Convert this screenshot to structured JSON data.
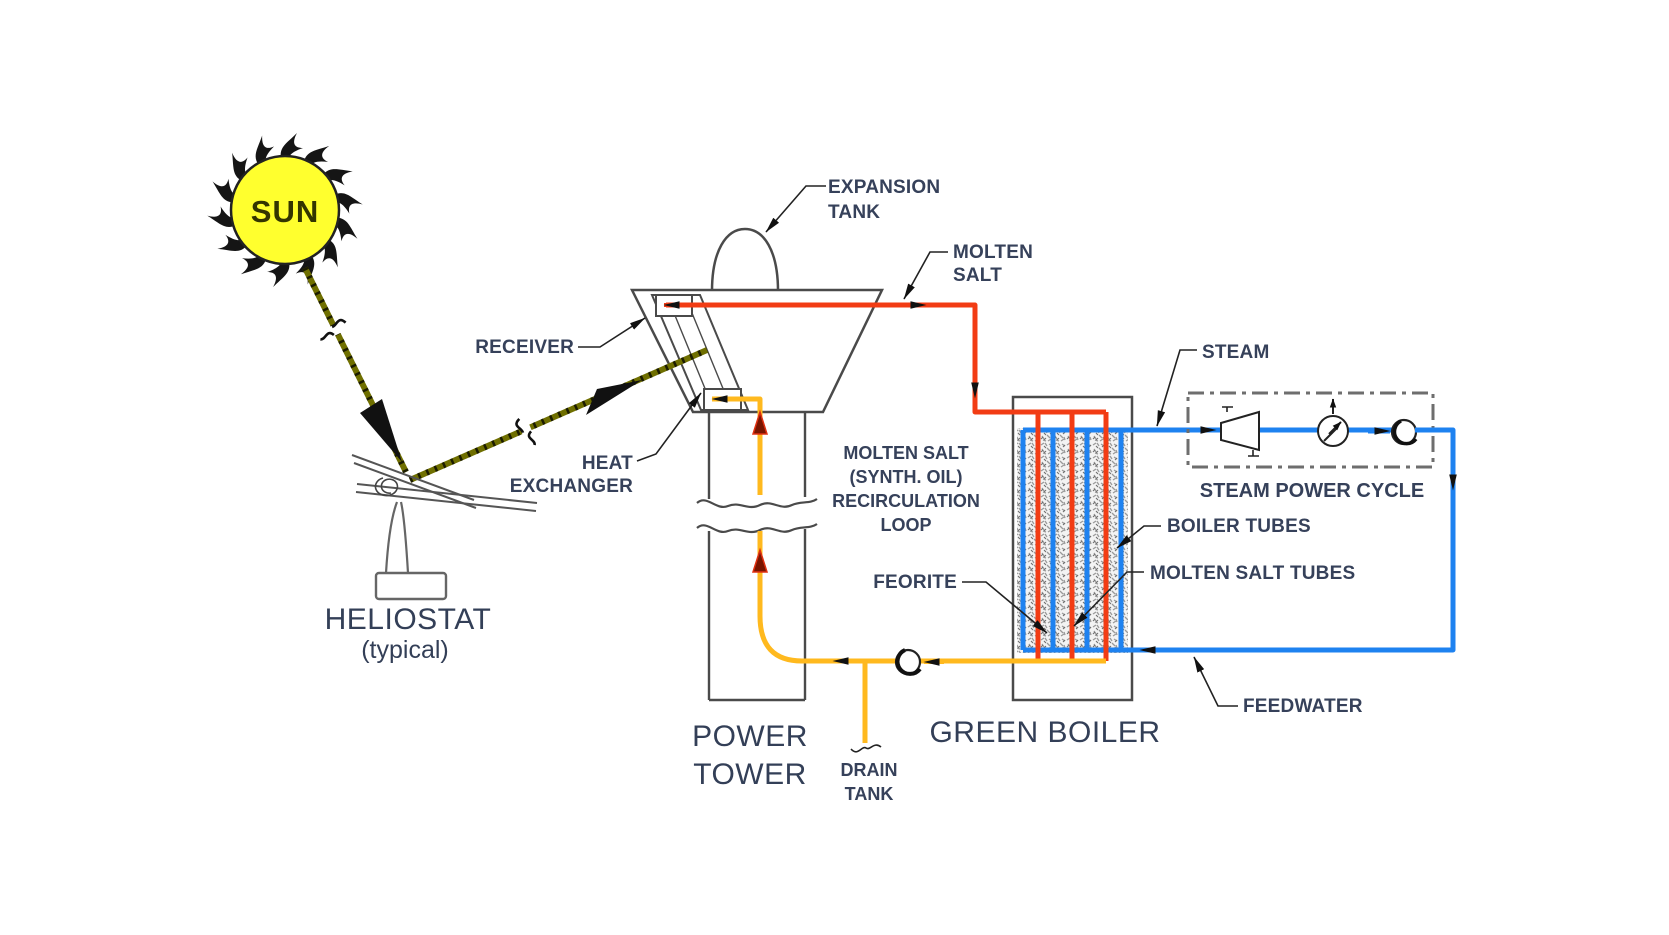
{
  "diagram": {
    "labels": {
      "sun": "SUN",
      "heliostat_line1": "HELIOSTAT",
      "heliostat_line2": "(typical)",
      "receiver": "RECEIVER",
      "heat_exchanger_line1": "HEAT",
      "heat_exchanger_line2": "EXCHANGER",
      "expansion_tank_line1": "EXPANSION",
      "expansion_tank_line2": "TANK",
      "molten_salt_line1": "MOLTEN",
      "molten_salt_line2": "SALT",
      "steam": "STEAM",
      "steam_power_cycle": "STEAM POWER CYCLE",
      "boiler_tubes": "BOILER TUBES",
      "molten_salt_tubes": "MOLTEN SALT TUBES",
      "feorite": "FEORITE",
      "feedwater": "FEEDWATER",
      "recirculation_line1": "MOLTEN SALT",
      "recirculation_line2": "(SYNTH. OIL)",
      "recirculation_line3": "RECIRCULATION",
      "recirculation_line4": "LOOP",
      "power_tower_line1": "POWER",
      "power_tower_line2": "TOWER",
      "green_boiler": "GREEN BOILER",
      "drain_tank_line1": "DRAIN",
      "drain_tank_line2": "TANK"
    },
    "colors": {
      "hot_molten_salt_pipe": "#F23C14",
      "cold_molten_salt_pipe": "#FFB91E",
      "steam_water_pipe": "#1E82F0",
      "sun_fill": "#FFFF2E",
      "sunbeam": "#6F6F00",
      "label_text": "#36415A",
      "outline": "#4A4A4A"
    }
  }
}
